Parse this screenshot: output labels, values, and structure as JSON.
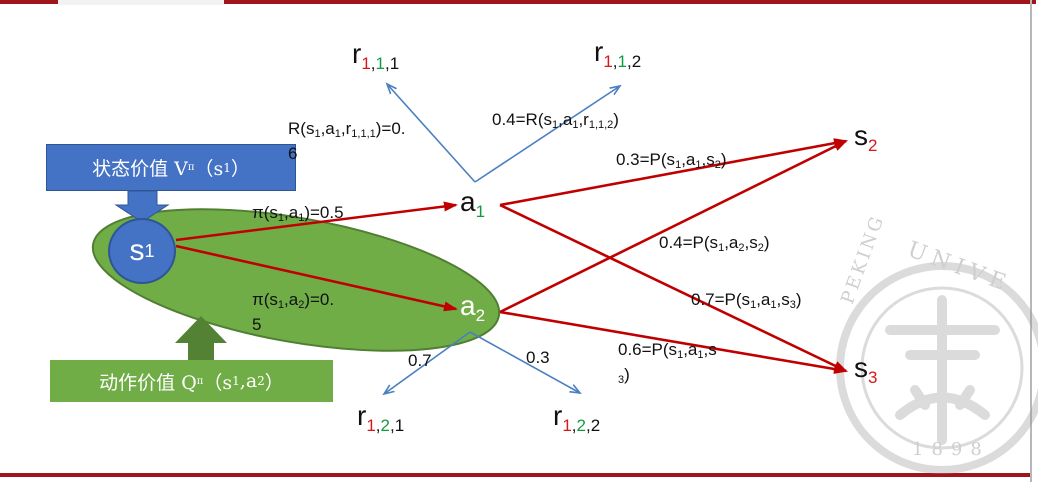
{
  "callouts": {
    "state_value": {
      "text": "状态价值 V",
      "pi": "π",
      "paren_open": "（s",
      "sub": "1",
      "paren_close": "）"
    },
    "action_value": {
      "text": "动作价值 Q",
      "pi": "π",
      "paren_open": "（s",
      "sub1": "1",
      "comma": ",a",
      "sub2": "2",
      "paren_close": "）"
    }
  },
  "nodes": {
    "s1": {
      "base": "s",
      "sub": "1"
    },
    "a1": {
      "base": "a",
      "sub": "1"
    },
    "a2": {
      "base": "a",
      "sub": "2"
    },
    "s2": {
      "base": "s",
      "sub": "2"
    },
    "s3": {
      "base": "s",
      "sub": "3"
    },
    "r111": {
      "base": "r",
      "s1": "1",
      "sep1": ",",
      "s2": "1",
      "sep2": ",",
      "s3": "1"
    },
    "r112": {
      "base": "r",
      "s1": "1",
      "sep1": ",",
      "s2": "1",
      "sep2": ",",
      "s3": "2"
    },
    "r121": {
      "base": "r",
      "s1": "1",
      "sep1": ",",
      "s2": "2",
      "sep2": ",",
      "s3": "1"
    },
    "r122": {
      "base": "r",
      "s1": "1",
      "sep1": ",",
      "s2": "2",
      "sep2": ",",
      "s3": "2"
    }
  },
  "edge_labels": {
    "pi_a1": {
      "p1": "π(s",
      "sub1": "1",
      "p2": ",a",
      "sub2": "1",
      "p3": ")=0.5"
    },
    "pi_a2": {
      "p1": "π(s",
      "sub1": "1",
      "p2": ",a",
      "sub2": "2",
      "p3": ")=0.",
      "wrap": "5"
    },
    "R111": {
      "p1": "R(s",
      "sub1": "1",
      "p2": ",a",
      "sub2": "1",
      "p3": ",r",
      "sub3": "1,1,1",
      "p4": ")=0.",
      "wrap": "6"
    },
    "R112": {
      "p1": "0.4=R(s",
      "sub1": "1",
      "p2": ",a",
      "sub2": "1",
      "p3": ",r",
      "sub3": "1,1,2",
      "p4": ")"
    },
    "P_a1_s2": {
      "p1": "0.3=P(s",
      "sub1": "1",
      "p2": ",a",
      "sub2": "1",
      "p3": ",s",
      "sub3": "2",
      "p4": ")"
    },
    "P_a2_s2": {
      "p1": "0.4=P(s",
      "sub1": "1",
      "p2": ",a",
      "sub2": "2",
      "p3": ",s",
      "sub3": "2",
      "p4": ")"
    },
    "P_a1_s3": {
      "p1": "0.7=P(s",
      "sub1": "1",
      "p2": ",a",
      "sub2": "1",
      "p3": ",s",
      "sub3": "3",
      "p4": ")"
    },
    "P_a2_s3": {
      "p1": "0.6=P(s",
      "sub1": "1",
      "p2": ",a",
      "sub2": "1",
      "p3": ",s",
      "wrap_sub": "3",
      "wrap": ")"
    },
    "r121_prob": "0.7",
    "r122_prob": "0.3"
  },
  "watermark": {
    "top_text": "UNIVE",
    "left_text": "PEKING",
    "year": "1898"
  },
  "colors": {
    "accent_red": "#c00000",
    "arrow_blue": "#4a7fc1",
    "green_fill": "#70ad47",
    "blue_fill": "#4472c4"
  }
}
